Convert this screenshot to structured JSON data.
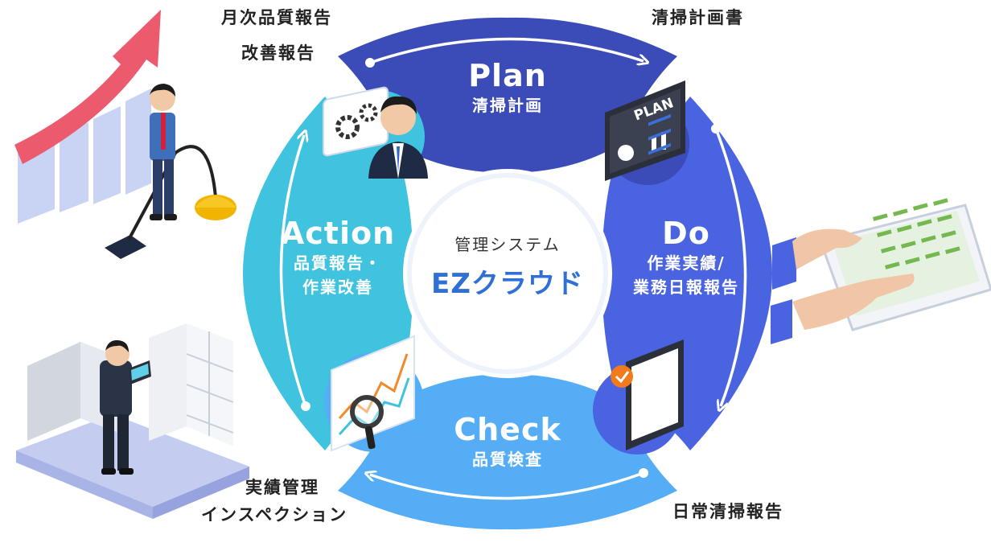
{
  "center": {
    "subtitle": "管理システム",
    "title": "EZクラウド"
  },
  "phases": {
    "plan": {
      "title": "Plan",
      "line1": "清掃計画",
      "line2": ""
    },
    "do": {
      "title": "Do",
      "line1": "作業実績/",
      "line2": "業務日報報告"
    },
    "check": {
      "title": "Check",
      "line1": "品質検査",
      "line2": ""
    },
    "action": {
      "title": "Action",
      "line1": "品質報告・",
      "line2": "作業改善"
    }
  },
  "outer": {
    "top_left_1": "月次品質報告",
    "top_left_2": "改善報告",
    "top_right": "清掃計画書",
    "bottom_left_1": "実績管理",
    "bottom_left_2": "インスペクション",
    "bottom_right": "日常清掃報告"
  },
  "icons": {
    "plan_board_text": "PLAN"
  },
  "colors": {
    "plan": "#3b4bb8",
    "do": "#4a63e0",
    "check": "#55aef5",
    "action": "#3fc3df"
  }
}
